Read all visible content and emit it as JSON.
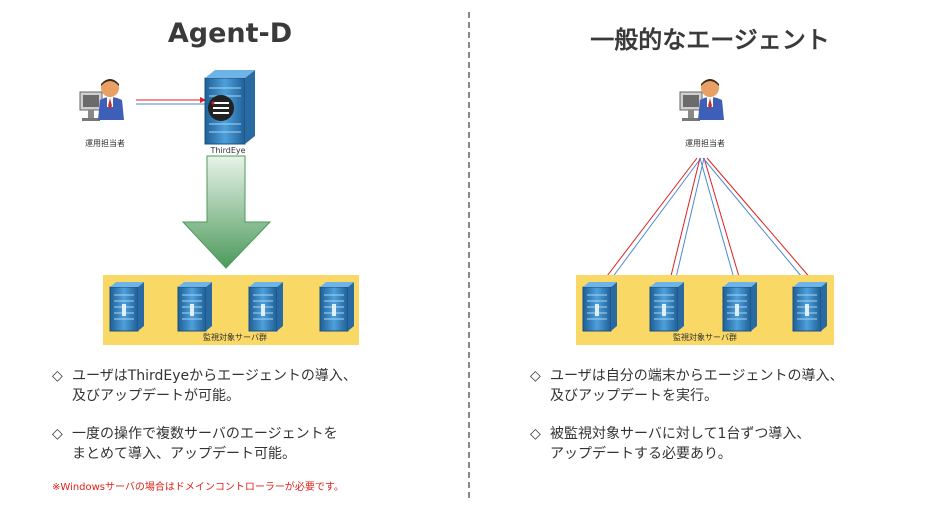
{
  "left": {
    "title": "Agent-D",
    "operator_label": "運用担当者",
    "server_label": "ThirdEye",
    "group_label": "監視対象サーバ群",
    "bullet1_line1": "ユーザはThirdEyeからエージェントの導入、",
    "bullet1_line2": "及びアップデートが可能。",
    "bullet2_line1": "一度の操作で複数サーバのエージェントを",
    "bullet2_line2": "まとめて導入、アップデート可能。",
    "note": "※Windowsサーバの場合はドメインコントローラーが必要です。"
  },
  "right": {
    "title": "一般的なエージェント",
    "operator_label": "運用担当者",
    "group_label": "監視対象サーバ群",
    "bullet1_line1": "ユーザは自分の端末からエージェントの導入、",
    "bullet1_line2": "及びアップデートを実行。",
    "bullet2_line1": "被監視対象サーバに対して1台ずつ導入、",
    "bullet2_line2": "アップデートする必要あり。"
  },
  "bullet_mark": "◇",
  "colors": {
    "group_box": "#f9d866",
    "server_blue": "#2f79b5",
    "arrow_green": "#5aa56a",
    "line_red": "#e02020",
    "line_blue": "#4a8ad0",
    "note_red": "#e0201a"
  }
}
